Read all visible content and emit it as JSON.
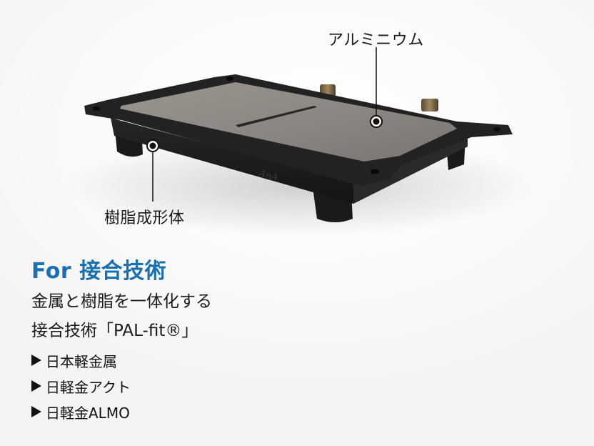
{
  "callouts": {
    "aluminum": "アルミニウム",
    "resin": "樹脂成形体"
  },
  "product": {
    "engraving": "AnA"
  },
  "heading": "For 接合技術",
  "description": {
    "line1": "金属と樹脂を一体化する",
    "line2": "接合技術「PAL-fit®」"
  },
  "links": [
    {
      "label": "日本軽金属"
    },
    {
      "label": "日軽金アクト"
    },
    {
      "label": "日軽金ALMO"
    }
  ],
  "colors": {
    "heading": "#1a6fb3",
    "text": "#1a1a1a",
    "resin": "#1e1e1e",
    "aluminum": "#8a8580"
  }
}
